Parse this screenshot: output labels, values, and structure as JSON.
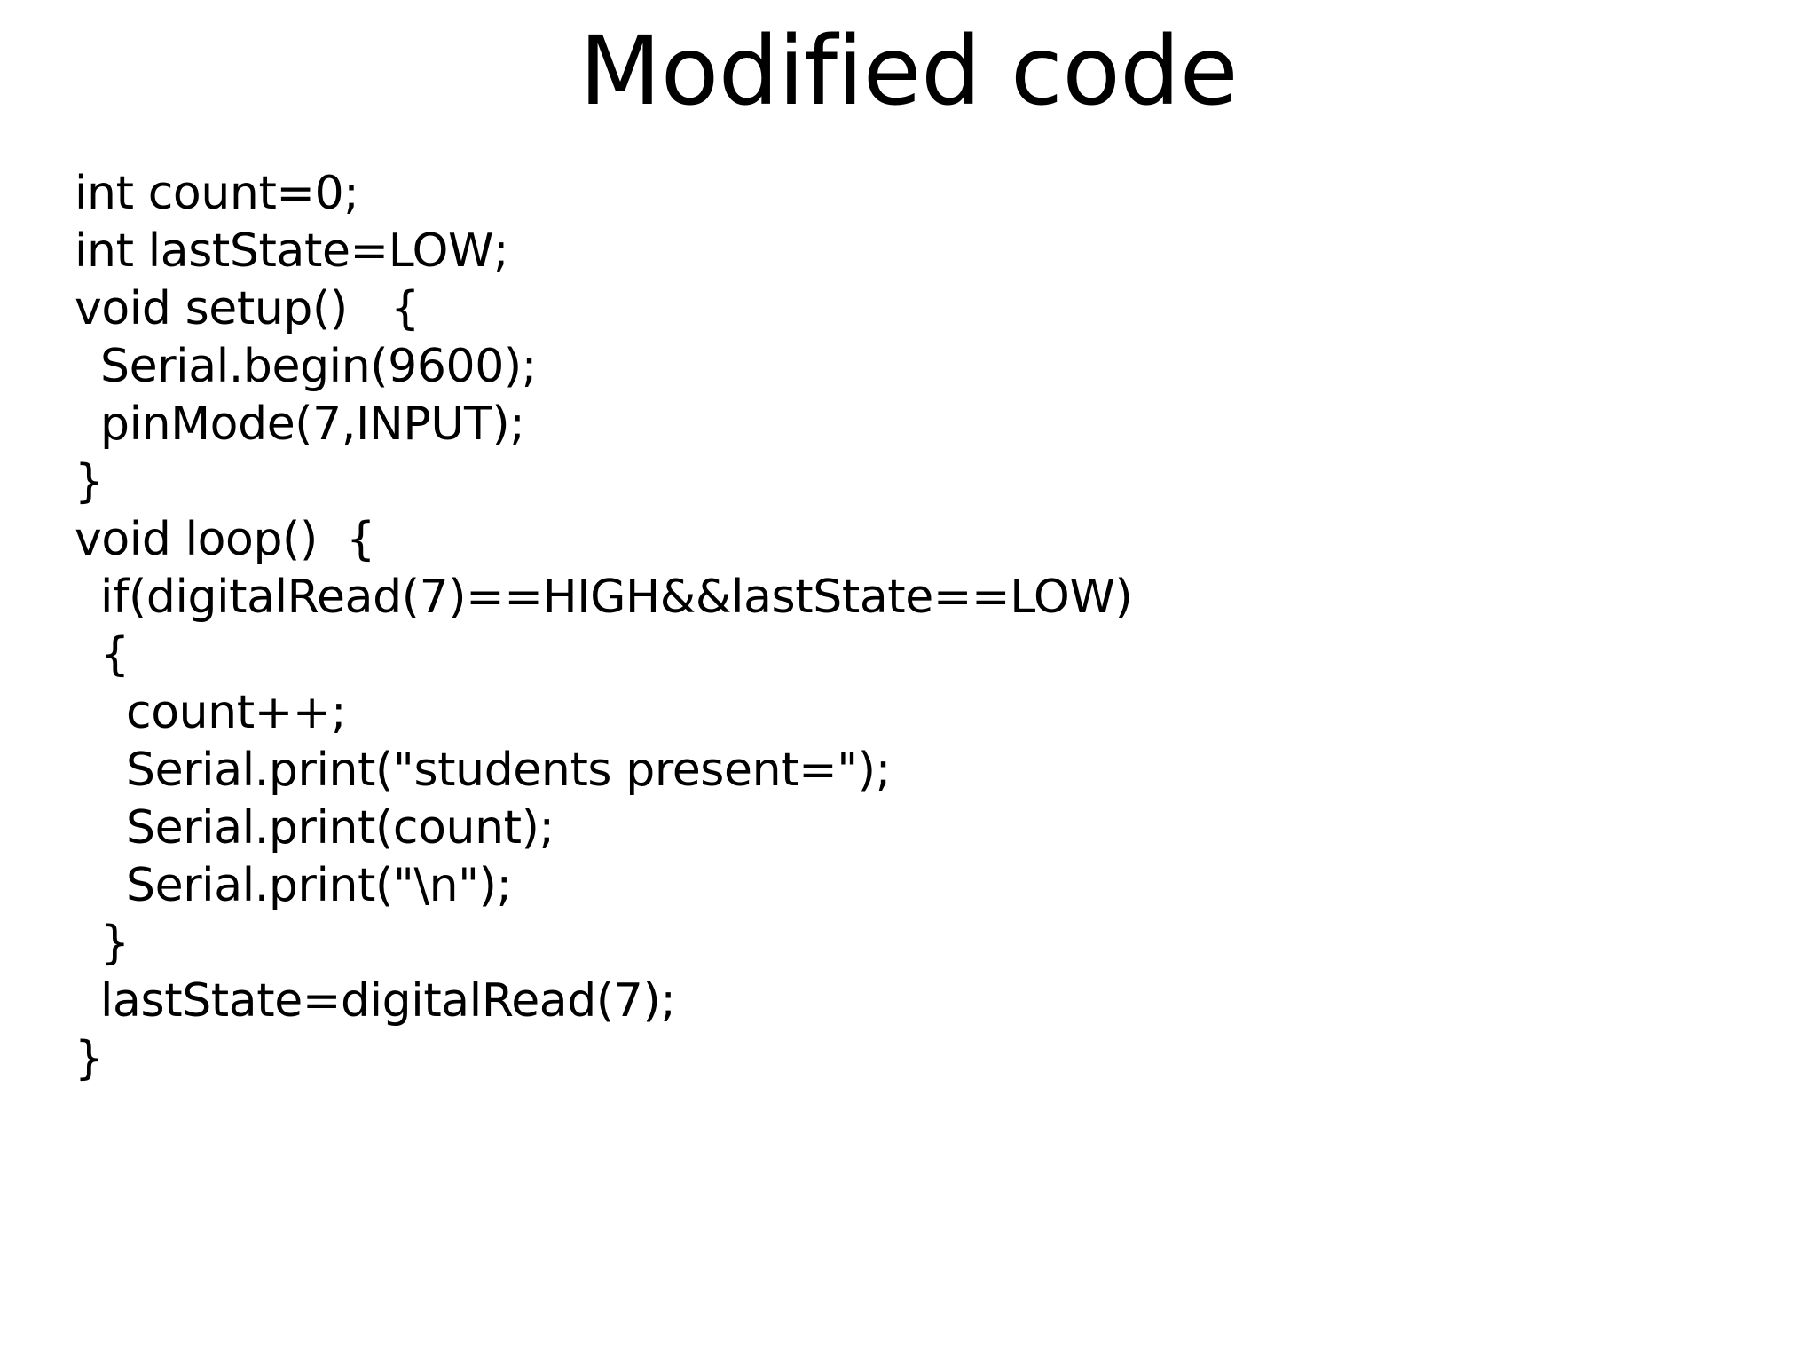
{
  "slide": {
    "title": "Modified code",
    "background_color": "#ffffff",
    "text_color": "#000000"
  },
  "code": {
    "language": "arduino-c",
    "lines": [
      {
        "text": "int count=0;",
        "indent": 0
      },
      {
        "text": "int lastState=LOW;",
        "indent": 0
      },
      {
        "text": "void setup()   {",
        "indent": 0
      },
      {
        "text": "Serial.begin(9600);",
        "indent": 1
      },
      {
        "text": "pinMode(7,INPUT);",
        "indent": 1
      },
      {
        "text": "}",
        "indent": 0
      },
      {
        "text": "void loop()  {",
        "indent": 0
      },
      {
        "text": "if(digitalRead(7)==HIGH&&lastState==LOW)",
        "indent": 1
      },
      {
        "text": "{",
        "indent": 1
      },
      {
        "text": "count++;",
        "indent": 2
      },
      {
        "text": "Serial.print(\"students present=\");",
        "indent": 2
      },
      {
        "text": "Serial.print(count);",
        "indent": 2
      },
      {
        "text": "Serial.print(\"\\n\");",
        "indent": 2
      },
      {
        "text": "}",
        "indent": 1
      },
      {
        "text": "lastState=digitalRead(7);",
        "indent": 1
      },
      {
        "text": "}",
        "indent": 0
      }
    ]
  }
}
